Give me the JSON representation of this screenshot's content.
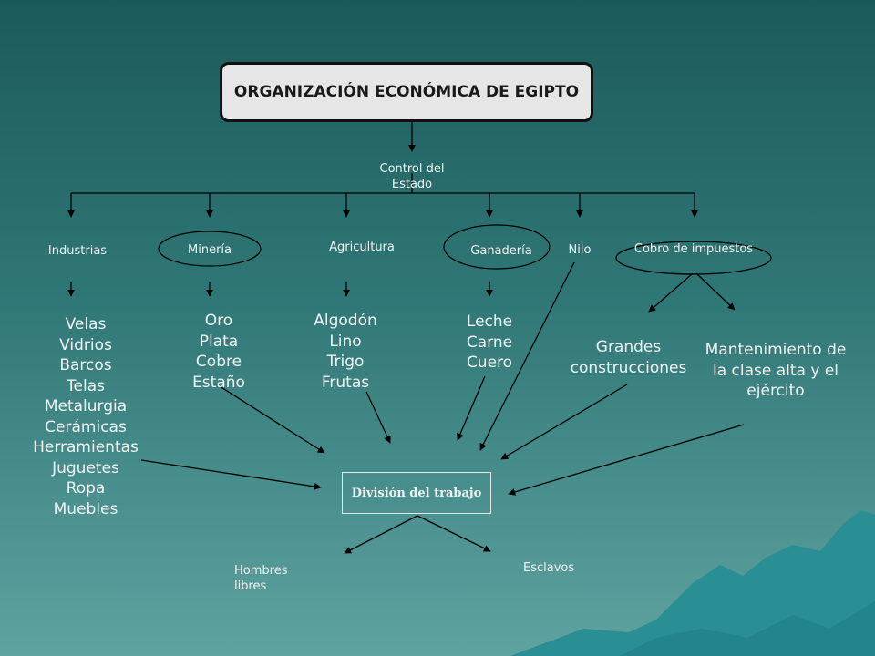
{
  "title": "ORGANIZACIÓN ECONÓMICA DE EGIPTO",
  "control_label": "Control del Estado",
  "categories": {
    "industrias": "Industrias",
    "mineria": "Minería",
    "agricultura": "Agricultura",
    "ganaderia": "Ganadería",
    "nilo": "Nilo",
    "cobro": "Cobro de impuestos"
  },
  "lists": {
    "industrias": [
      "Velas",
      "Vidrios",
      "Barcos",
      "Telas",
      "Metalurgia",
      "Cerámicas",
      "Herramientas",
      "Juguetes",
      "Ropa",
      "Muebles"
    ],
    "mineria": [
      "Oro",
      "Plata",
      "Cobre",
      "Estaño"
    ],
    "agricultura": [
      "Algodón",
      "Lino",
      "Trigo",
      "Frutas"
    ],
    "ganaderia": [
      "Leche",
      "Carne",
      "Cuero"
    ]
  },
  "impuestos": {
    "construcciones": "Grandes construcciones",
    "mantenimiento": "Mantenimiento de la clase alta y el ejército"
  },
  "division": "División del trabajo",
  "outcomes": {
    "hombres": "Hombres libres",
    "esclavos": "Esclavos"
  },
  "colors": {
    "background_top": "#1c5a5a",
    "background_bottom": "#5fa3a0",
    "mountain": "#2a8e95",
    "title_fill": "#e6e6e6",
    "line": "#000000",
    "text": "#f2f2f2"
  }
}
